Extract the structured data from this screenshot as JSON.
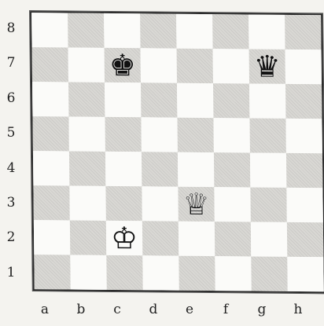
{
  "board": {
    "ranks": [
      "8",
      "7",
      "6",
      "5",
      "4",
      "3",
      "2",
      "1"
    ],
    "files": [
      "a",
      "b",
      "c",
      "d",
      "e",
      "f",
      "g",
      "h"
    ],
    "pieces": [
      {
        "square": "c7",
        "piece": "king",
        "color": "black",
        "symbol": "♚"
      },
      {
        "square": "g7",
        "piece": "queen",
        "color": "black",
        "symbol": "♛"
      },
      {
        "square": "e3",
        "piece": "queen",
        "color": "white",
        "symbol": "♕"
      },
      {
        "square": "c2",
        "piece": "king",
        "color": "white",
        "symbol": "♔"
      }
    ]
  }
}
